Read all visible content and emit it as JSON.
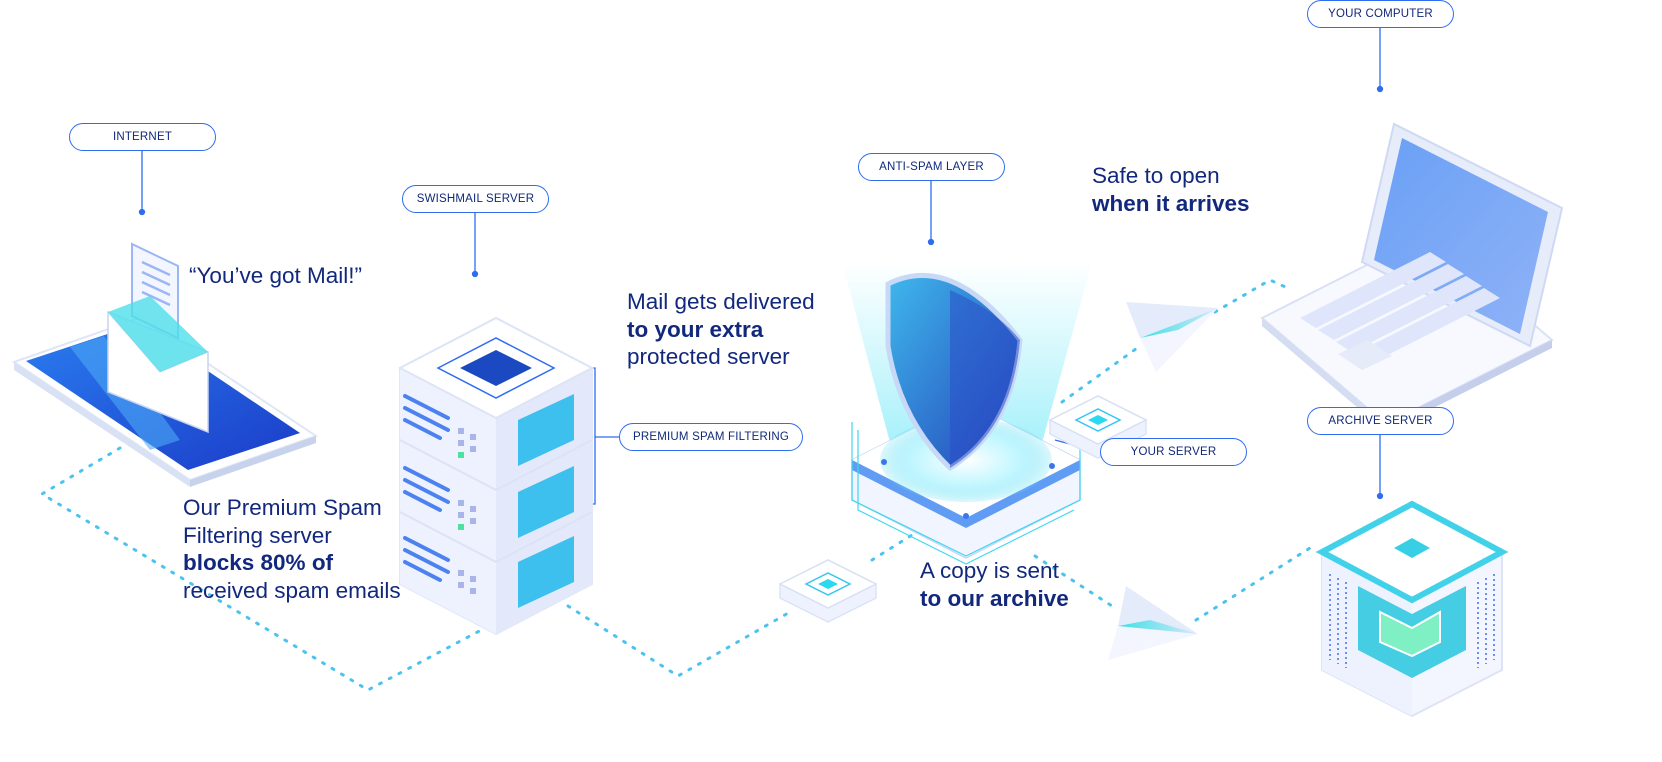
{
  "labels": {
    "internet": "INTERNET",
    "swishmail_server": "SWISHMAIL SERVER",
    "premium_spam_filtering": "PREMIUM SPAM FILTERING",
    "anti_spam_layer": "ANTI-SPAM LAYER",
    "your_computer": "YOUR COMPUTER",
    "your_server": "YOUR SERVER",
    "archive_server": "ARCHIVE SERVER"
  },
  "captions": {
    "got_mail": "“You’ve got Mail!”",
    "delivered": {
      "line1": "Mail gets delivered",
      "line2": "to your extra",
      "line3": "protected server"
    },
    "blocks": {
      "line1": "Our Premium Spam",
      "line2": "Filtering server",
      "line3": "blocks 80% of",
      "line4": "received spam emails"
    },
    "safe": {
      "line1": "Safe to open",
      "line2": "when it arrives"
    },
    "archive": {
      "line1": "A copy is sent",
      "line2": "to our archive"
    }
  },
  "colors": {
    "label_border": "#2f6cf0",
    "text": "#12287c",
    "dotted_path": "#4cc3ee",
    "accent_cyan": "#38c6f2",
    "accent_blue": "#2f6cf0"
  }
}
